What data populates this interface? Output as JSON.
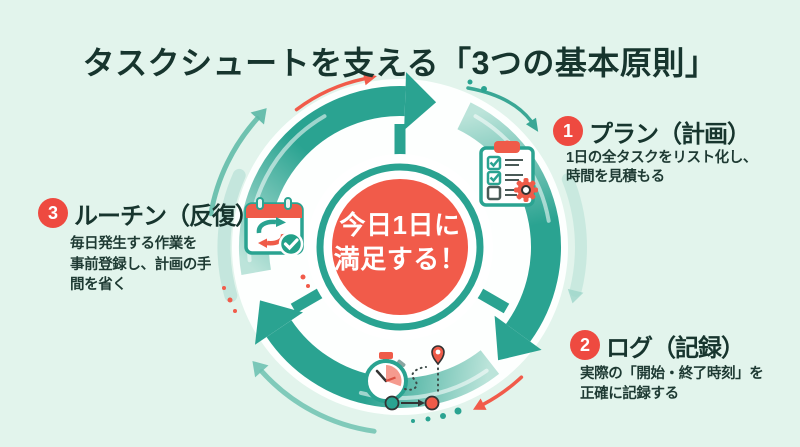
{
  "title": "タスクシュートを支える「3つの基本原則」",
  "center": {
    "line1": "今日1日に",
    "line2": "満足する！"
  },
  "items": [
    {
      "number": "1",
      "title": "プラン（計画）",
      "desc": [
        "1日の全タスクをリスト化し、",
        "時間を見積もる"
      ],
      "icon": "clipboard-checklist-gear"
    },
    {
      "number": "2",
      "title": "ログ（記録）",
      "desc": [
        "実際の「開始・終了時刻」を",
        "正確に記録する"
      ],
      "icon": "stopwatch-route"
    },
    {
      "number": "3",
      "title": "ルーチン（反復）",
      "desc": [
        "毎日発生する作業を",
        "事前登録し、計画の手",
        "間を省く"
      ],
      "icon": "calendar-repeat-check"
    }
  ],
  "diagram": {
    "type": "cycle",
    "direction": "clockwise",
    "segment_count": 3
  },
  "colors": {
    "background": "#e2f4ec",
    "teal": "#2aa391",
    "teal_light": "#9ad4c8",
    "red": "#f15b4a",
    "badge_red": "#ee4a40",
    "dark_text": "#17352e",
    "white": "#ffffff"
  }
}
